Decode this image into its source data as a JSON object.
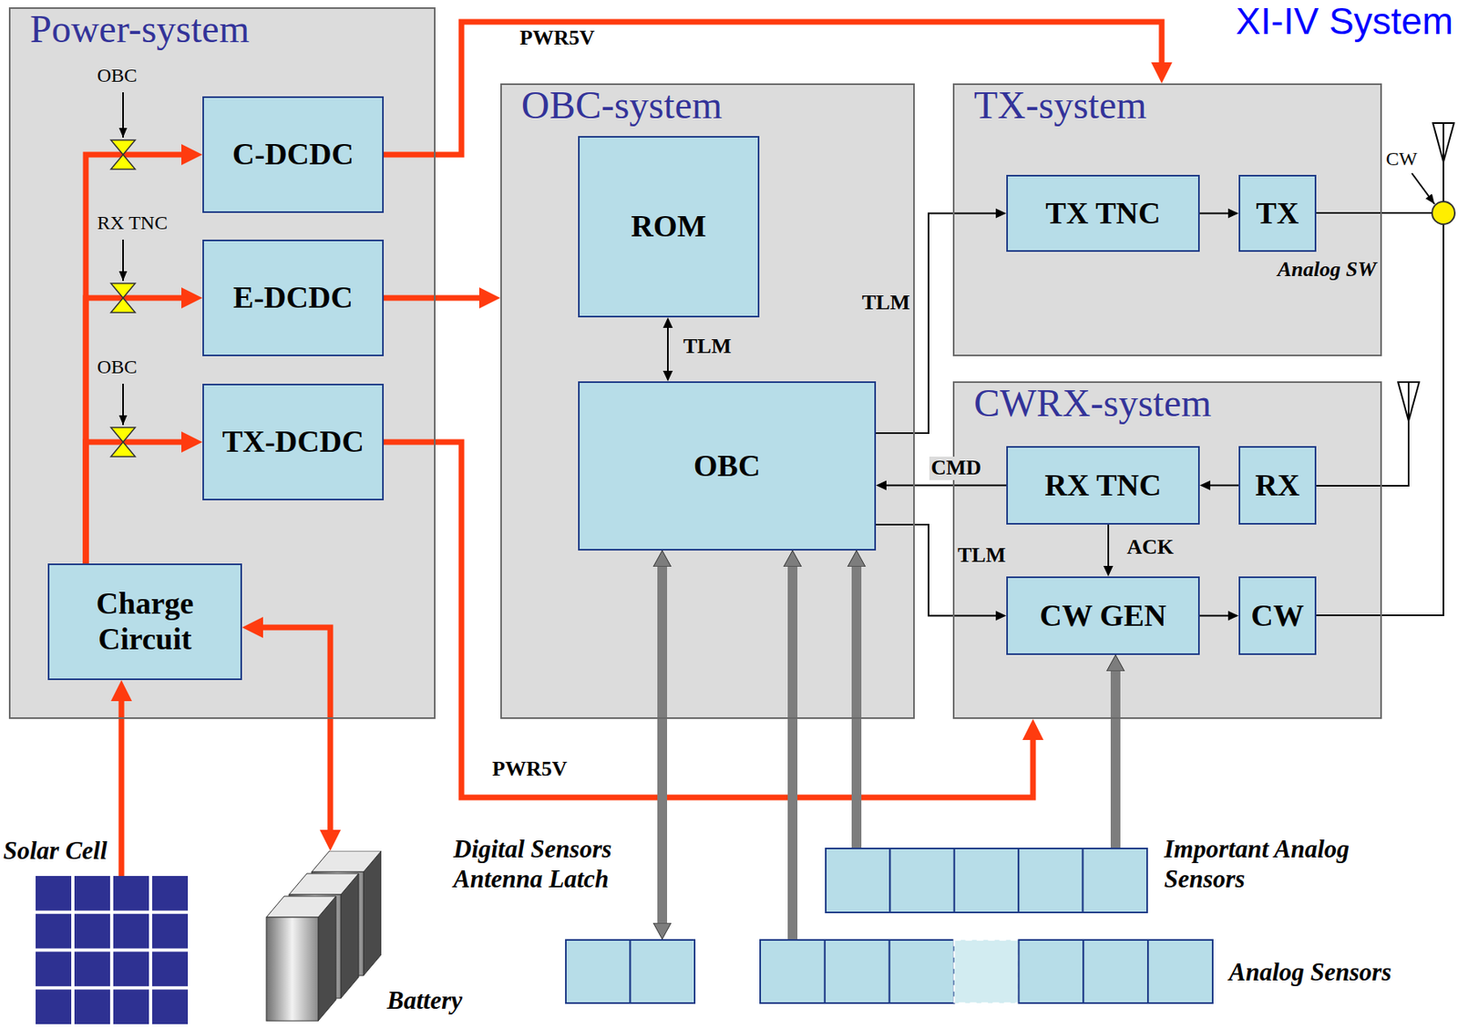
{
  "diagram": {
    "title": "XI-IV System",
    "nodes": [
      {
        "text": [
          "Power-system"
        ]
      },
      {
        "text": [
          "C-DCDC"
        ],
        "in": 0
      },
      {
        "text": [
          "E-DCDC"
        ],
        "in": 0
      },
      {
        "text": [
          "TX-DCDC"
        ],
        "in": 0
      },
      {
        "text": [
          "Charge Circuit"
        ],
        "in": 0
      },
      {
        "text": [
          "OBC-system"
        ]
      },
      {
        "text": [
          "ROM"
        ],
        "in": 5
      },
      {
        "text": [
          "OBC"
        ],
        "in": 5
      },
      {
        "text": [
          "TX-system"
        ]
      },
      {
        "text": [
          "TX TNC"
        ],
        "in": 8
      },
      {
        "text": [
          "TX"
        ],
        "in": 8
      },
      {
        "text": [
          "CWRX-system"
        ]
      },
      {
        "text": [
          "RX TNC"
        ],
        "in": 11
      },
      {
        "text": [
          "RX"
        ],
        "in": 11
      },
      {
        "text": [
          "CW GEN"
        ],
        "in": 11
      },
      {
        "text": [
          "CW"
        ],
        "in": 11
      },
      {
        "text": [
          "Solar Cell"
        ]
      },
      {
        "text": [
          "Battery"
        ]
      },
      {
        "text": [
          "Digital Sensors Antenna Latch"
        ]
      },
      {
        "text": [
          "Important Analog Sensors"
        ]
      },
      {
        "text": [
          "Analog Sensors"
        ]
      }
    ],
    "edges": [
      {
        "from": 4,
        "to": 1,
        "arrow": "to"
      },
      {
        "from": 4,
        "to": 2,
        "arrow": "to"
      },
      {
        "from": 4,
        "to": 3,
        "arrow": "to"
      },
      {
        "from": 1,
        "to": 8,
        "label": "PWR5V",
        "arrow": "to"
      },
      {
        "from": 2,
        "to": 5,
        "arrow": "to"
      },
      {
        "from": 3,
        "to": 11,
        "label": "PWR5V",
        "arrow": "to"
      },
      {
        "from": 16,
        "to": 4,
        "arrow": "to"
      },
      {
        "from": 4,
        "to": 17,
        "arrow": "both"
      },
      {
        "from": 6,
        "to": 7,
        "label": "TLM",
        "arrow": "both"
      },
      {
        "from": 7,
        "to": 9,
        "label": "TLM",
        "arrow": "to"
      },
      {
        "from": 9,
        "to": 10,
        "arrow": "to"
      },
      {
        "from": 12,
        "to": 7,
        "label": "CMD",
        "arrow": "to"
      },
      {
        "from": 13,
        "to": 12,
        "arrow": "to"
      },
      {
        "from": 12,
        "to": 14,
        "label": "ACK",
        "arrow": "to"
      },
      {
        "from": 7,
        "to": 14,
        "label": "TLM",
        "arrow": "to"
      },
      {
        "from": 14,
        "to": 15,
        "arrow": "to"
      },
      {
        "from": 18,
        "to": 7,
        "arrow": "both"
      },
      {
        "from": 20,
        "to": 7,
        "arrow": "to"
      },
      {
        "from": 19,
        "to": 7,
        "arrow": "to"
      },
      {
        "from": 19,
        "to": 14,
        "arrow": "to"
      }
    ],
    "labels": [
      "OBC",
      "RX TNC",
      "OBC",
      "CW",
      "Analog SW"
    ]
  }
}
